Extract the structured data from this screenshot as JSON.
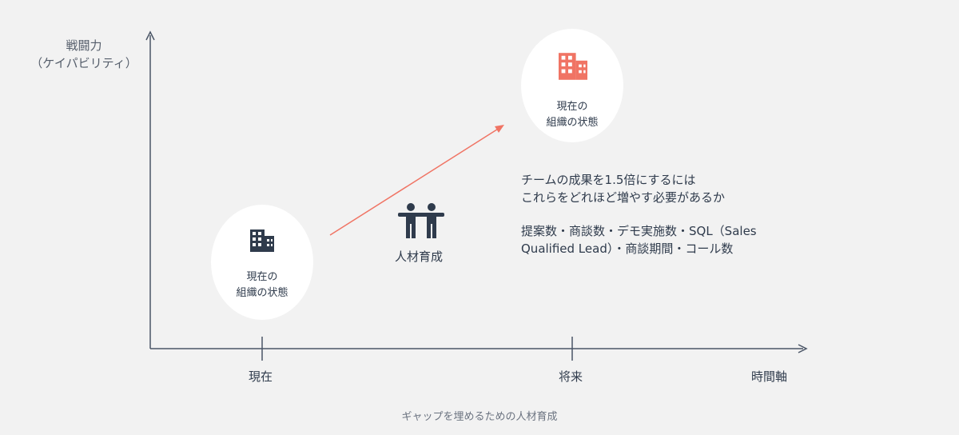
{
  "axes": {
    "y_label_line1": "戦闘力",
    "y_label_line2": "（ケイパビリティ）",
    "x_label": "時間軸",
    "tick_now": "現在",
    "tick_future": "将来"
  },
  "current_state": {
    "line1": "現在の",
    "line2": "組織の状態",
    "icon": "building-icon",
    "icon_color": "#2f3b4c"
  },
  "future_state": {
    "line1": "現在の",
    "line2": "組織の状態",
    "icon": "building-icon",
    "icon_color": "#f07464"
  },
  "bridge": {
    "label": "人材育成",
    "icon": "people-icon"
  },
  "notes": {
    "line1": "チームの成果を1.5倍にするには",
    "line2": "これらをどれほど増やす必要があるか",
    "line3": "提案数・商談数・デモ実施数・SQL（Sales",
    "line4": "Qualified Lead）・商談期間・コール数"
  },
  "caption": "ギャップを埋めるための人材育成",
  "colors": {
    "axis": "#4a5566",
    "arrow": "#f07464",
    "background": "#f2f2f2"
  }
}
